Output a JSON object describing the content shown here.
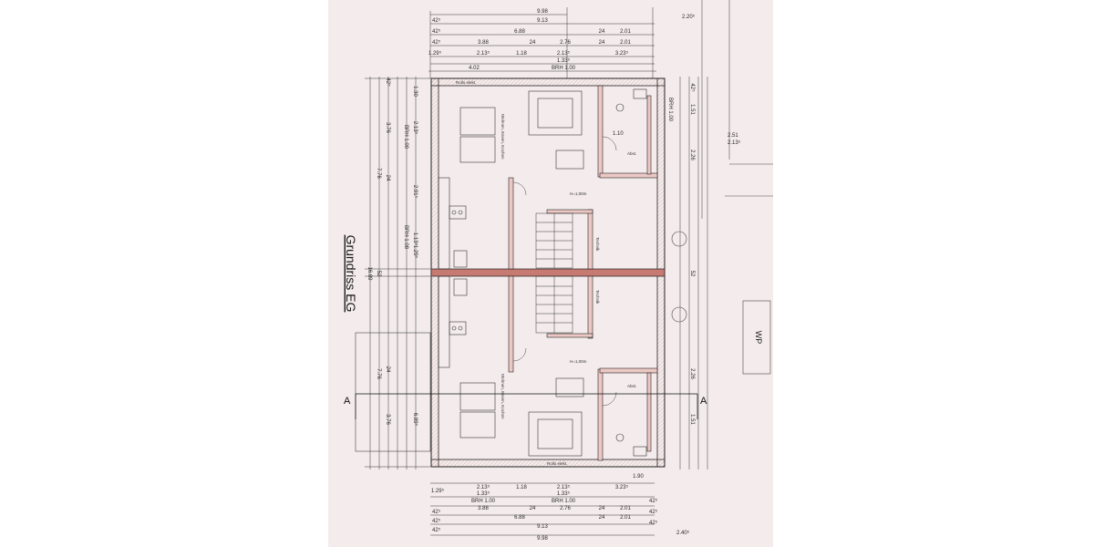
{
  "drawing": {
    "title": "Grundriss EG",
    "section_label": "A",
    "wp_label": "WP",
    "top_dims": {
      "r1": [
        "9.98"
      ],
      "r2": [
        "42⁵",
        "9.13",
        "2.20⁵"
      ],
      "r3": [
        "42⁵",
        "6.88",
        "24",
        "2.01"
      ],
      "r4": [
        "42⁵",
        "3.88",
        "24",
        "2.76",
        "24",
        "2.01"
      ],
      "r5": [
        "1.29⁵",
        "2.13⁵",
        "1.18",
        "2.13⁵",
        "3.23⁵"
      ],
      "r6": [
        "1.33⁵"
      ],
      "r7": [
        "4.02",
        "BRH 1.00"
      ]
    },
    "bottom_dims": {
      "r1": [
        "1.29⁵",
        "2.13⁵",
        "1.18",
        "2.13⁵",
        "3.23⁵",
        "1.90"
      ],
      "r2": [
        "1.33⁵",
        "1.33⁵"
      ],
      "r3": [
        "BRH 1.00",
        "BRH 1.00"
      ],
      "r4": [
        "42⁵",
        "3.88",
        "24",
        "2.76",
        "24",
        "2.01",
        "42⁵"
      ],
      "r5": [
        "42⁵",
        "6.88",
        "24",
        "2.01",
        "42⁵"
      ],
      "r6": [
        "42⁵",
        "9.13",
        "42⁵"
      ],
      "r7": [
        "9.98",
        "2.40⁵"
      ]
    },
    "left_dims": [
      "16.89",
      "7.76",
      "3.76",
      "24",
      "52",
      "24",
      "3.76",
      "7.76",
      "42⁵",
      "1.30",
      "2.13⁵",
      "BRH 1.00",
      "2.91⁵",
      "1.13⁵",
      "1.29⁵",
      "BRH 1.08",
      "6.89⁵"
    ],
    "right_dims": [
      "1.51",
      "2.26",
      "1.51",
      "2.26",
      "52",
      "2.13⁵",
      "2.51",
      "BRH 1.00",
      "42⁵",
      "1.10"
    ],
    "room_labels": [
      "Rollo elekt.",
      "Wohnen, Essen, Kochen",
      "Abst.",
      "Technik",
      "H=1,00m",
      "Rollo elekt.",
      "Wohnen, Essen, Kochen",
      "Abst.",
      "Technik",
      "H=1,00m"
    ],
    "colors": {
      "paper": "#f4ecec",
      "wall_fill": "#ecc8c4",
      "line": "#2a2a2a"
    }
  }
}
